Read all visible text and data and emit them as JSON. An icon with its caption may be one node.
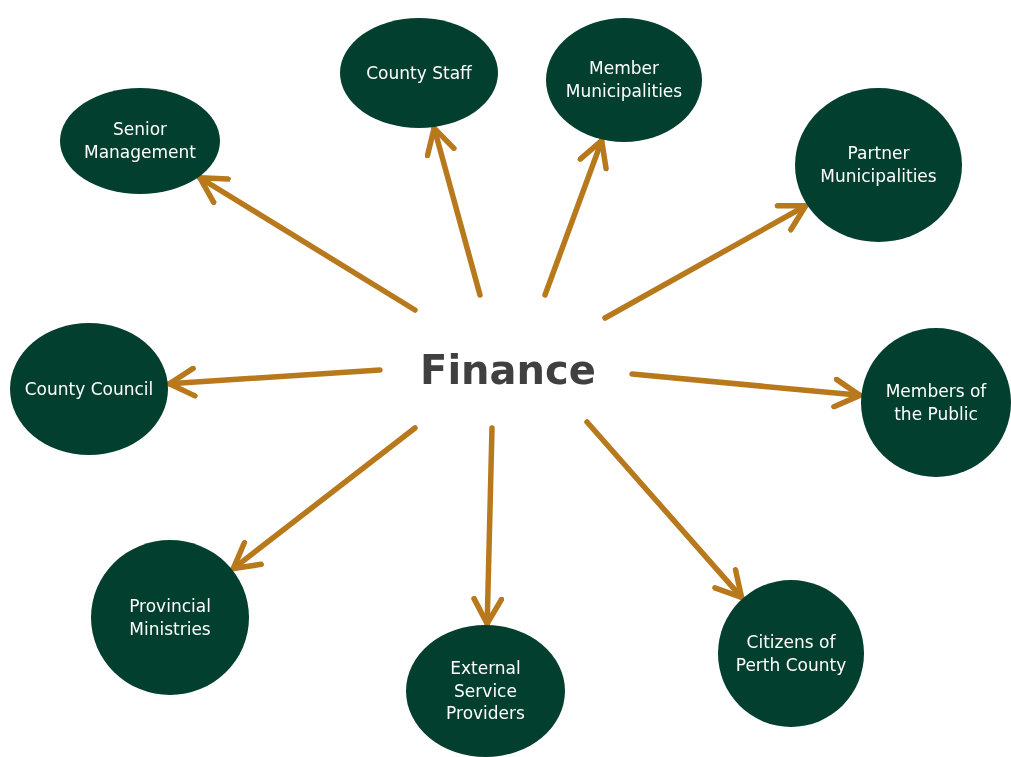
{
  "diagram": {
    "nodes": [
      {
        "text": [
          "Finance"
        ]
      },
      {
        "text": [
          "Senior Management"
        ]
      },
      {
        "text": [
          "County Staff"
        ]
      },
      {
        "text": [
          "Member Municipalities"
        ]
      },
      {
        "text": [
          "Partner Municipalities"
        ]
      },
      {
        "text": [
          "County Council"
        ]
      },
      {
        "text": [
          "Members of the Public"
        ]
      },
      {
        "text": [
          "Provincial Ministries"
        ]
      },
      {
        "text": [
          "External Service Providers"
        ]
      },
      {
        "text": [
          "Citizens of Perth County"
        ]
      }
    ],
    "edges": [
      {
        "from": 0,
        "to": 1,
        "arrow": "to"
      },
      {
        "from": 0,
        "to": 2,
        "arrow": "to"
      },
      {
        "from": 0,
        "to": 3,
        "arrow": "to"
      },
      {
        "from": 0,
        "to": 4,
        "arrow": "to"
      },
      {
        "from": 0,
        "to": 5,
        "arrow": "to"
      },
      {
        "from": 0,
        "to": 6,
        "arrow": "to"
      },
      {
        "from": 0,
        "to": 7,
        "arrow": "to"
      },
      {
        "from": 0,
        "to": 8,
        "arrow": "to"
      },
      {
        "from": 0,
        "to": 9,
        "arrow": "to"
      }
    ]
  }
}
